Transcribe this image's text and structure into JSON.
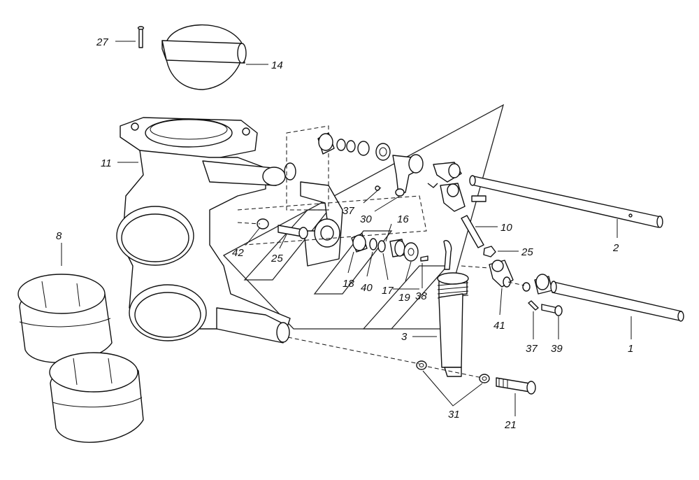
{
  "diagram": {
    "callouts": [
      {
        "id": "c27",
        "text": "27"
      },
      {
        "id": "c14",
        "text": "14"
      },
      {
        "id": "c11",
        "text": "11"
      },
      {
        "id": "c8",
        "text": "8"
      },
      {
        "id": "c37a",
        "text": "37"
      },
      {
        "id": "c30",
        "text": "30"
      },
      {
        "id": "c16",
        "text": "16"
      },
      {
        "id": "c10",
        "text": "10"
      },
      {
        "id": "c2",
        "text": "2"
      },
      {
        "id": "c42",
        "text": "42"
      },
      {
        "id": "c25a",
        "text": "25"
      },
      {
        "id": "c25b",
        "text": "25"
      },
      {
        "id": "c18",
        "text": "18"
      },
      {
        "id": "c40",
        "text": "40"
      },
      {
        "id": "c17",
        "text": "17"
      },
      {
        "id": "c19",
        "text": "19"
      },
      {
        "id": "c38",
        "text": "38"
      },
      {
        "id": "c41",
        "text": "41"
      },
      {
        "id": "c3",
        "text": "3"
      },
      {
        "id": "c37b",
        "text": "37"
      },
      {
        "id": "c39",
        "text": "39"
      },
      {
        "id": "c1",
        "text": "1"
      },
      {
        "id": "c31",
        "text": "31"
      },
      {
        "id": "c21",
        "text": "21"
      }
    ]
  }
}
